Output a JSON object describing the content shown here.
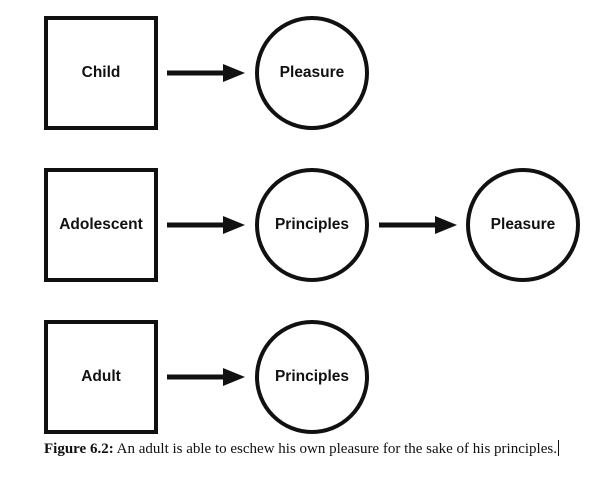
{
  "rows": [
    {
      "box": "Child",
      "circles": [
        "Pleasure"
      ]
    },
    {
      "box": "Adolescent",
      "circles": [
        "Principles",
        "Pleasure"
      ]
    },
    {
      "box": "Adult",
      "circles": [
        "Principles"
      ]
    }
  ],
  "caption": {
    "label": "Figure 6.2:",
    "text": "An adult is able to eschew his own pleasure for the sake of his principles."
  }
}
